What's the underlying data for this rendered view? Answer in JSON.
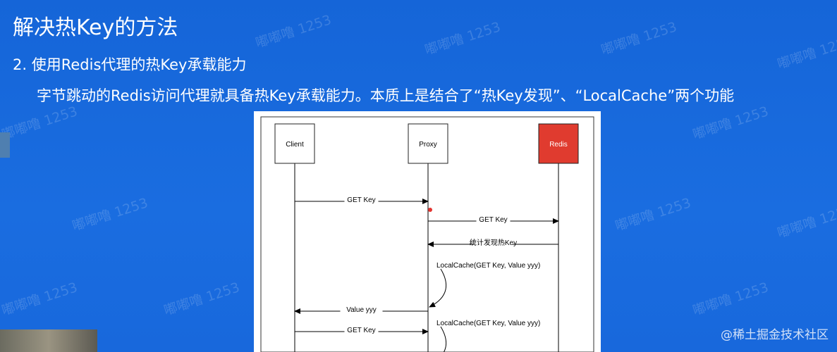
{
  "slide": {
    "title": "解决热Key的方法",
    "point": "2. 使用Redis代理的热Key承载能力",
    "description": "字节跳动的Redis访问代理就具备热Key承载能力。本质上是结合了“热Key发现”、“LocalCache”两个功能"
  },
  "diagram": {
    "participants": [
      {
        "id": "client",
        "label": "Client",
        "fill": "#ffffff",
        "text_color": "#000000"
      },
      {
        "id": "proxy",
        "label": "Proxy",
        "fill": "#ffffff",
        "text_color": "#000000"
      },
      {
        "id": "redis",
        "label": "Redis",
        "fill": "#e03b2f",
        "text_color": "#ffffff"
      }
    ],
    "messages": [
      {
        "from": "client",
        "to": "proxy",
        "label": "GET Key"
      },
      {
        "from": "proxy",
        "to": "redis",
        "label": "GET Key"
      },
      {
        "from": "redis",
        "to": "proxy",
        "label": "统计发现热Key"
      },
      {
        "from": "proxy",
        "to": "proxy",
        "label": "LocalCache(GET Key, Value yyy)"
      },
      {
        "from": "proxy",
        "to": "client",
        "label": "Value yyy"
      },
      {
        "from": "client",
        "to": "proxy",
        "label": "GET Key"
      },
      {
        "from": "proxy",
        "to": "proxy",
        "label": "LocalCache(GET Key, Value yyy)"
      }
    ]
  },
  "watermark": {
    "text": "嘟嘟噜 1253"
  },
  "corner_mark": "@稀土掘金技术社区",
  "colors": {
    "background": "#1a6ae0",
    "redis_box": "#e03b2f"
  }
}
